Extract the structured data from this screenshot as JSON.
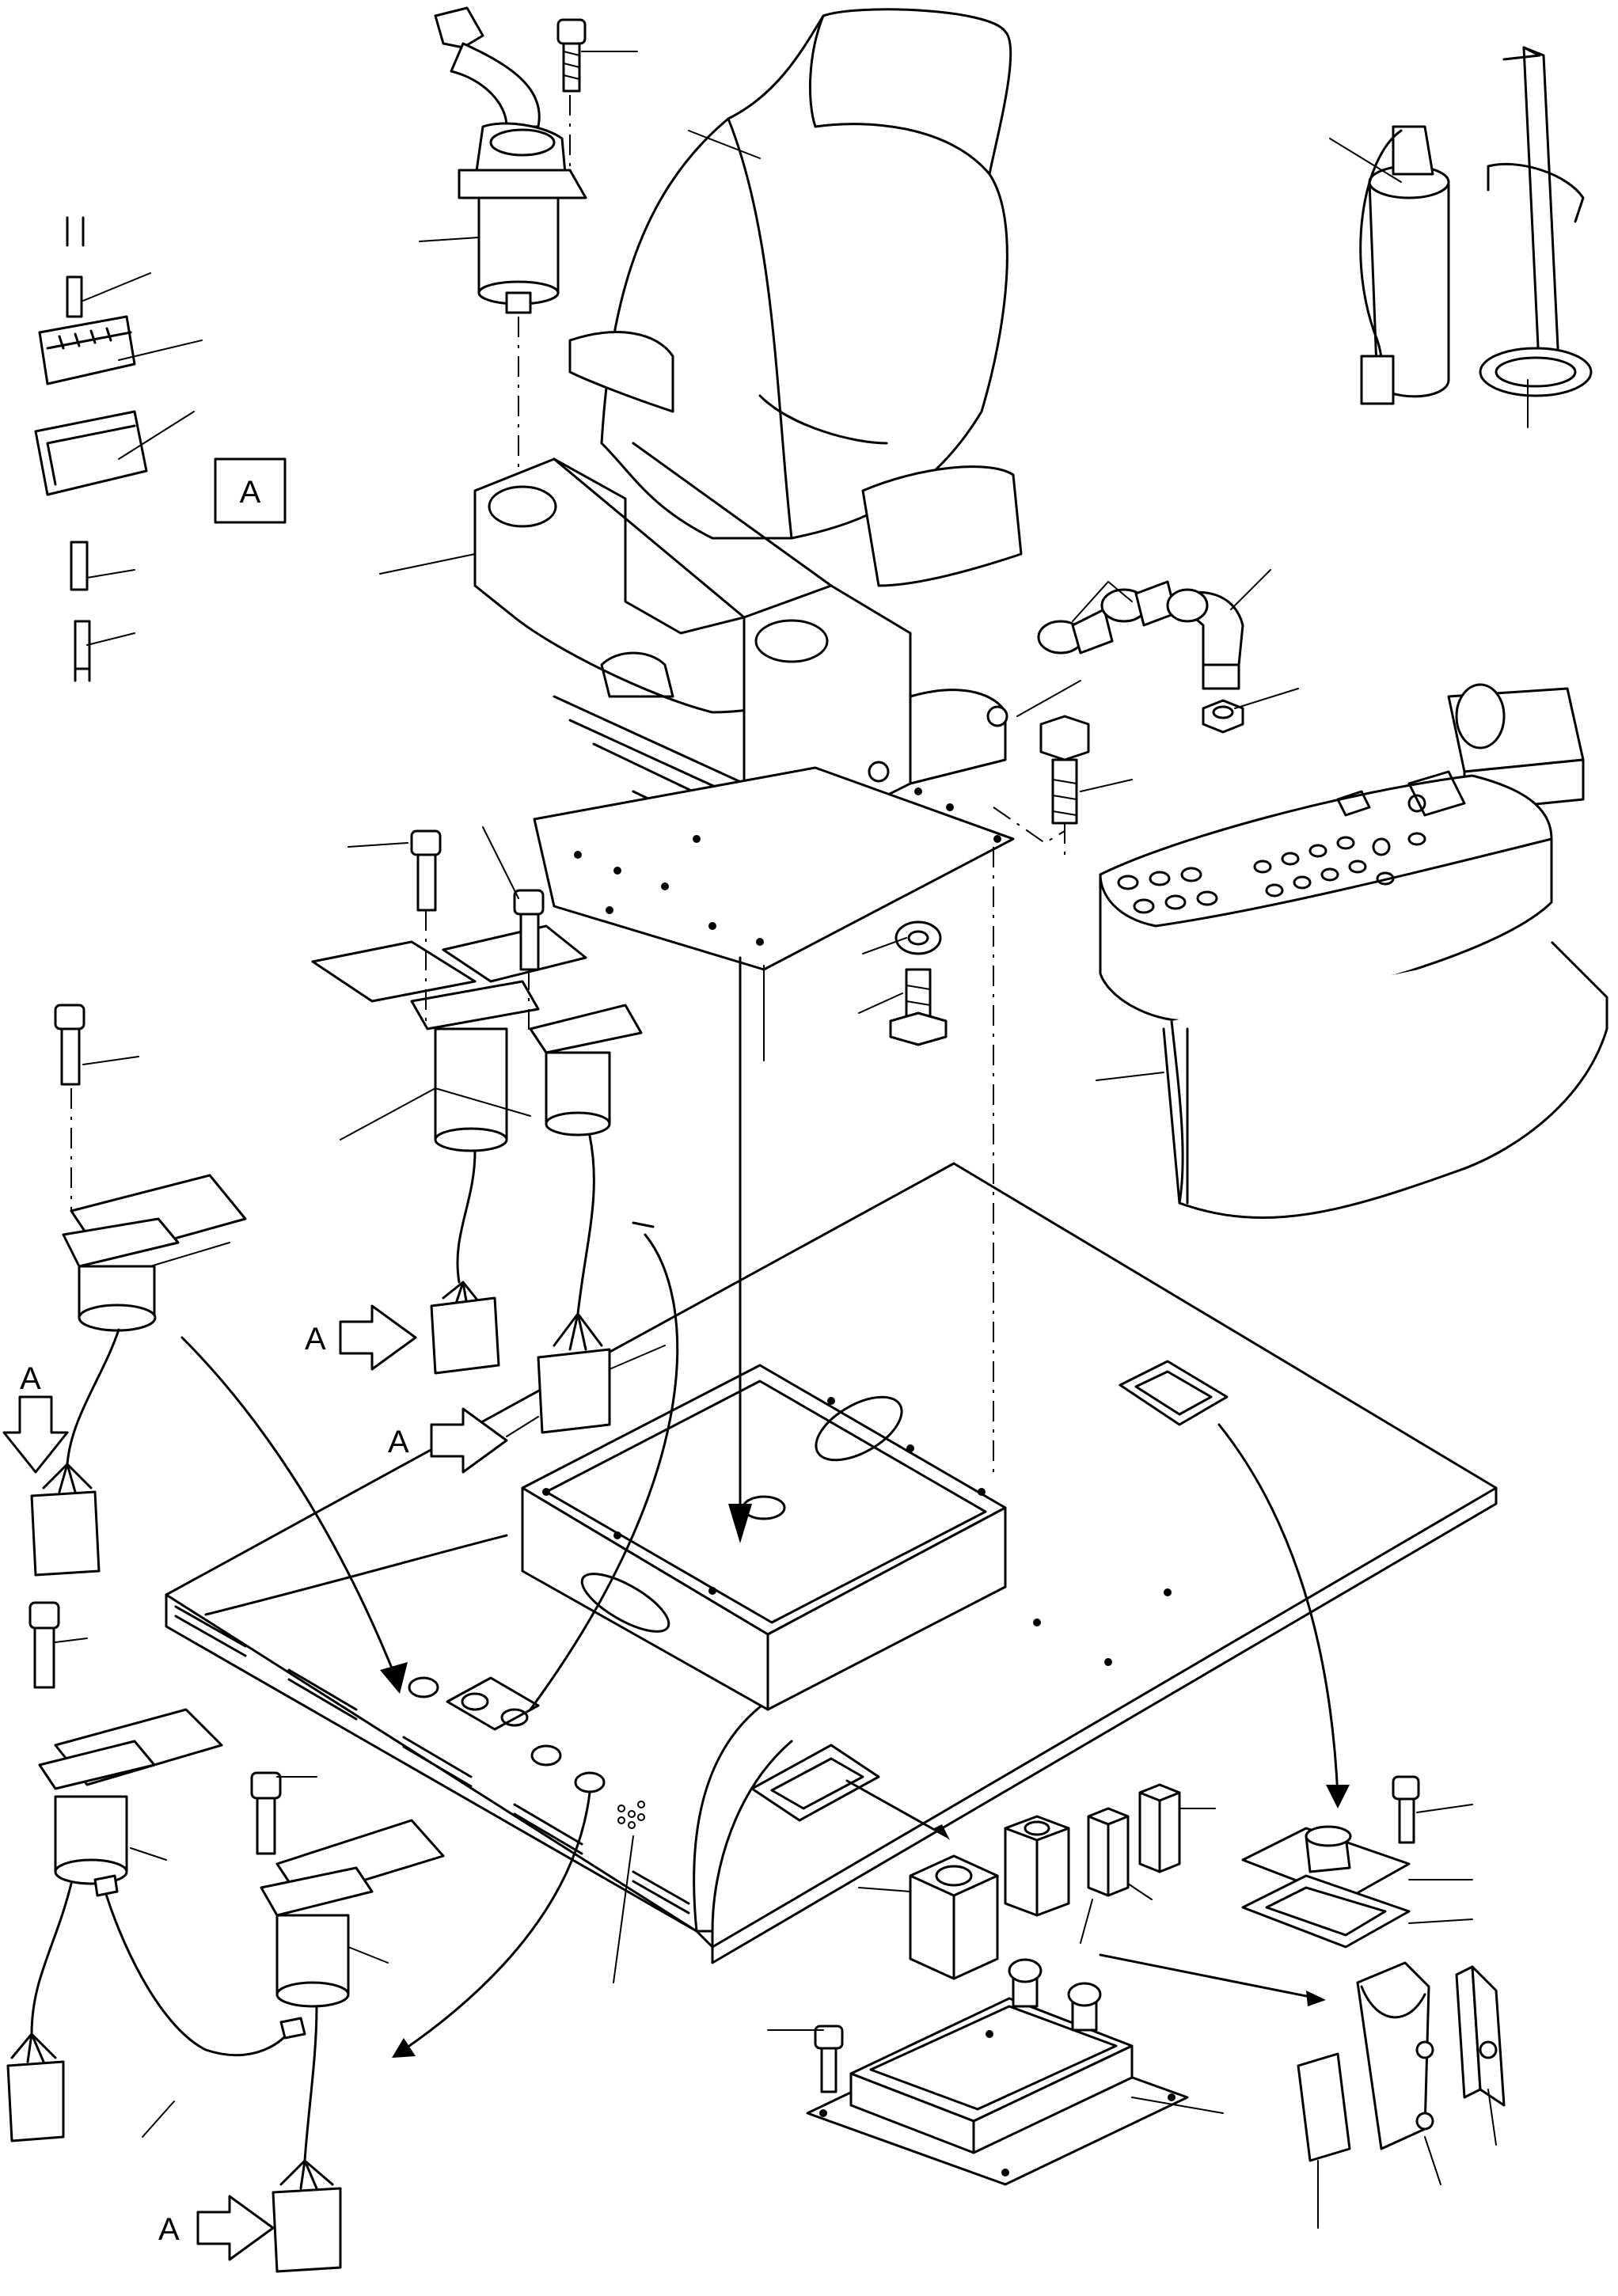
{
  "callouts": {
    "view_box_label": "A",
    "arrow_labels": [
      "A",
      "A",
      "A",
      "A"
    ]
  }
}
